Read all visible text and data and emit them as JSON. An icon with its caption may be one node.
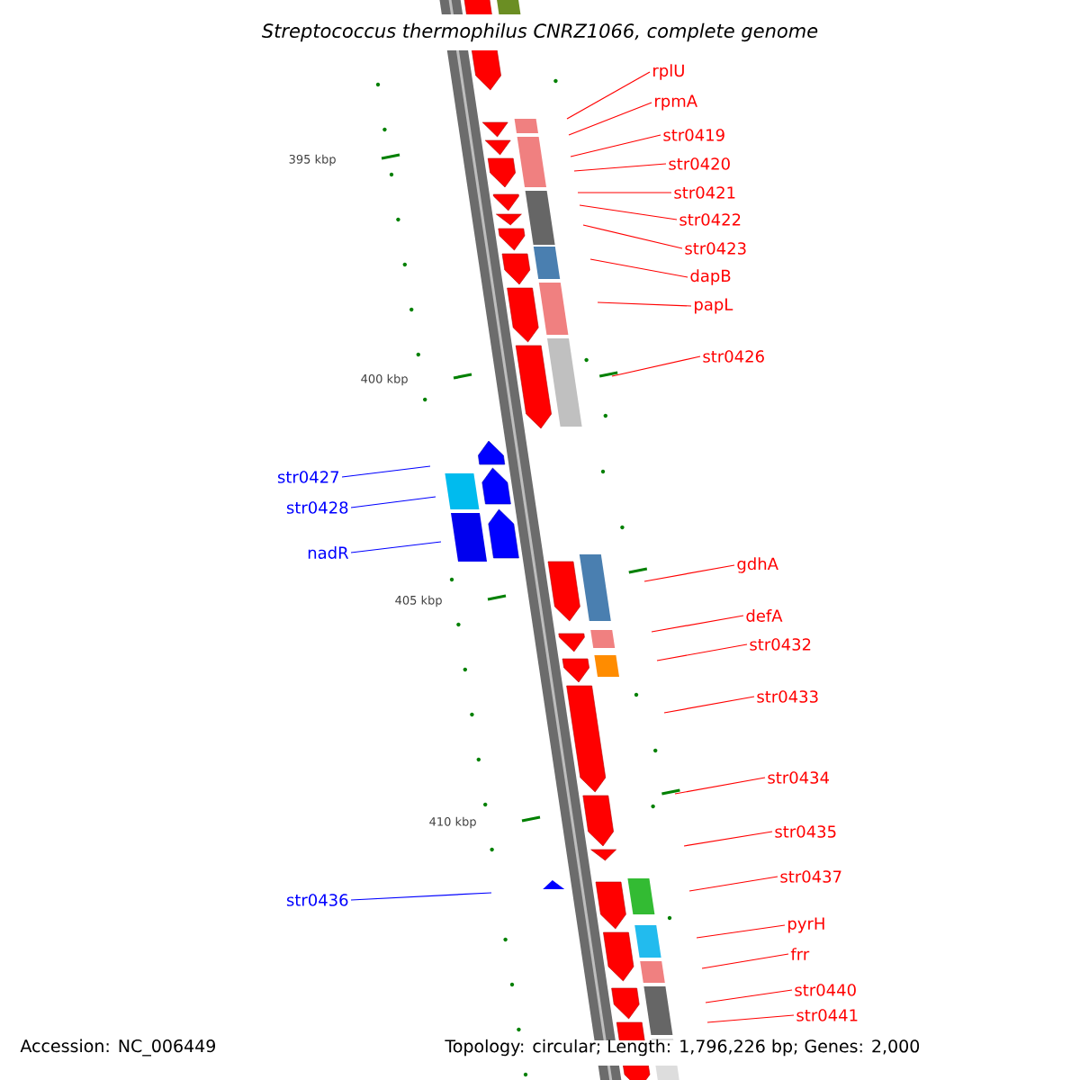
{
  "diagram": {
    "title": "*Streptococcus thermophilus* CNRZ1066, complete genome",
    "nodes": [
      {
        "text": [
          "rplU"
        ]
      },
      {
        "text": [
          "rpmA"
        ]
      },
      {
        "text": [
          "str0419"
        ]
      },
      {
        "text": [
          "str0420"
        ]
      },
      {
        "text": [
          "str0421"
        ]
      },
      {
        "text": [
          "str0422"
        ]
      },
      {
        "text": [
          "str0423"
        ]
      },
      {
        "text": [
          "dapB"
        ]
      },
      {
        "text": [
          "papL"
        ]
      },
      {
        "text": [
          "str0426"
        ]
      },
      {
        "text": [
          "str0427"
        ]
      },
      {
        "text": [
          "str0428"
        ]
      },
      {
        "text": [
          "nadR"
        ]
      },
      {
        "text": [
          "gdhA"
        ]
      },
      {
        "text": [
          "defA"
        ]
      },
      {
        "text": [
          "str0432"
        ]
      },
      {
        "text": [
          "str0433"
        ]
      },
      {
        "text": [
          "str0434"
        ]
      },
      {
        "text": [
          "str0435"
        ]
      },
      {
        "text": [
          "str0436"
        ]
      },
      {
        "text": [
          "str0437"
        ]
      },
      {
        "text": [
          "pyrH"
        ]
      },
      {
        "text": [
          "frr"
        ]
      },
      {
        "text": [
          "str0440"
        ]
      },
      {
        "text": [
          "str0441"
        ]
      }
    ],
    "edges": [
      {
        "from": 0,
        "to": null,
        "arrow": "none"
      },
      {
        "from": 1,
        "to": null,
        "arrow": "none"
      },
      {
        "from": 2,
        "to": null,
        "arrow": "none"
      },
      {
        "from": 3,
        "to": null,
        "arrow": "none"
      },
      {
        "from": 4,
        "to": null,
        "arrow": "none"
      },
      {
        "from": 5,
        "to": null,
        "arrow": "none"
      },
      {
        "from": 6,
        "to": null,
        "arrow": "none"
      },
      {
        "from": 7,
        "to": null,
        "arrow": "none"
      },
      {
        "from": 8,
        "to": null,
        "arrow": "none"
      },
      {
        "from": 9,
        "to": null,
        "arrow": "none"
      },
      {
        "from": 10,
        "to": null,
        "arrow": "none",
        "color": "#0000ff"
      },
      {
        "from": 11,
        "to": null,
        "arrow": "none",
        "color": "#0000ff"
      },
      {
        "from": 12,
        "to": null,
        "arrow": "none",
        "color": "#0000ff"
      },
      {
        "from": 13,
        "to": null,
        "arrow": "none"
      },
      {
        "from": 14,
        "to": null,
        "arrow": "none"
      },
      {
        "from": 15,
        "to": null,
        "arrow": "none"
      },
      {
        "from": 16,
        "to": null,
        "arrow": "none"
      },
      {
        "from": 17,
        "to": null,
        "arrow": "none"
      },
      {
        "from": 18,
        "to": null,
        "arrow": "none"
      },
      {
        "from": 19,
        "to": null,
        "arrow": "none",
        "color": "#0000ff"
      },
      {
        "from": 20,
        "to": null,
        "arrow": "none"
      },
      {
        "from": 21,
        "to": null,
        "arrow": "none"
      },
      {
        "from": 22,
        "to": null,
        "arrow": "none"
      },
      {
        "from": 23,
        "to": null,
        "arrow": "none"
      },
      {
        "from": 24,
        "to": null,
        "arrow": "none"
      }
    ],
    "labels": [
      "395 kbp",
      "400 kbp",
      "405 kbp",
      "410 kbp",
      "Accession: NC_006449",
      "Topology: circular; Length: 1,796,226 bp; Genes: 2,000"
    ]
  }
}
